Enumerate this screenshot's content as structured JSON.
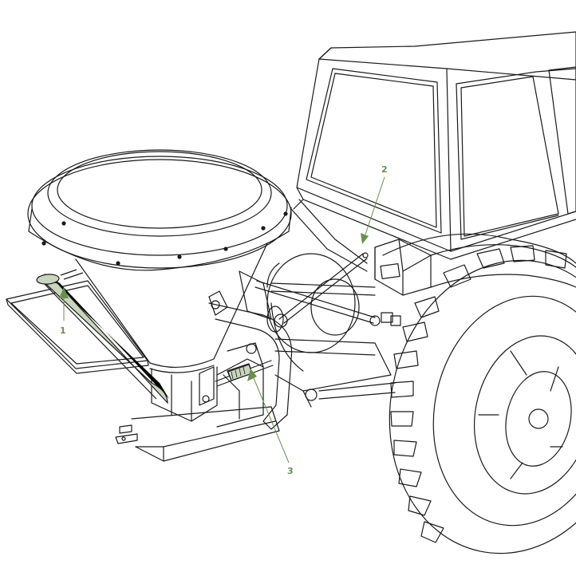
{
  "callouts": [
    {
      "label": "1"
    },
    {
      "label": "2"
    },
    {
      "label": "3"
    }
  ],
  "colors": {
    "line": "#1a1a1a",
    "accent": "#6a8f4e",
    "accent_fill": "#c9d6bd"
  }
}
